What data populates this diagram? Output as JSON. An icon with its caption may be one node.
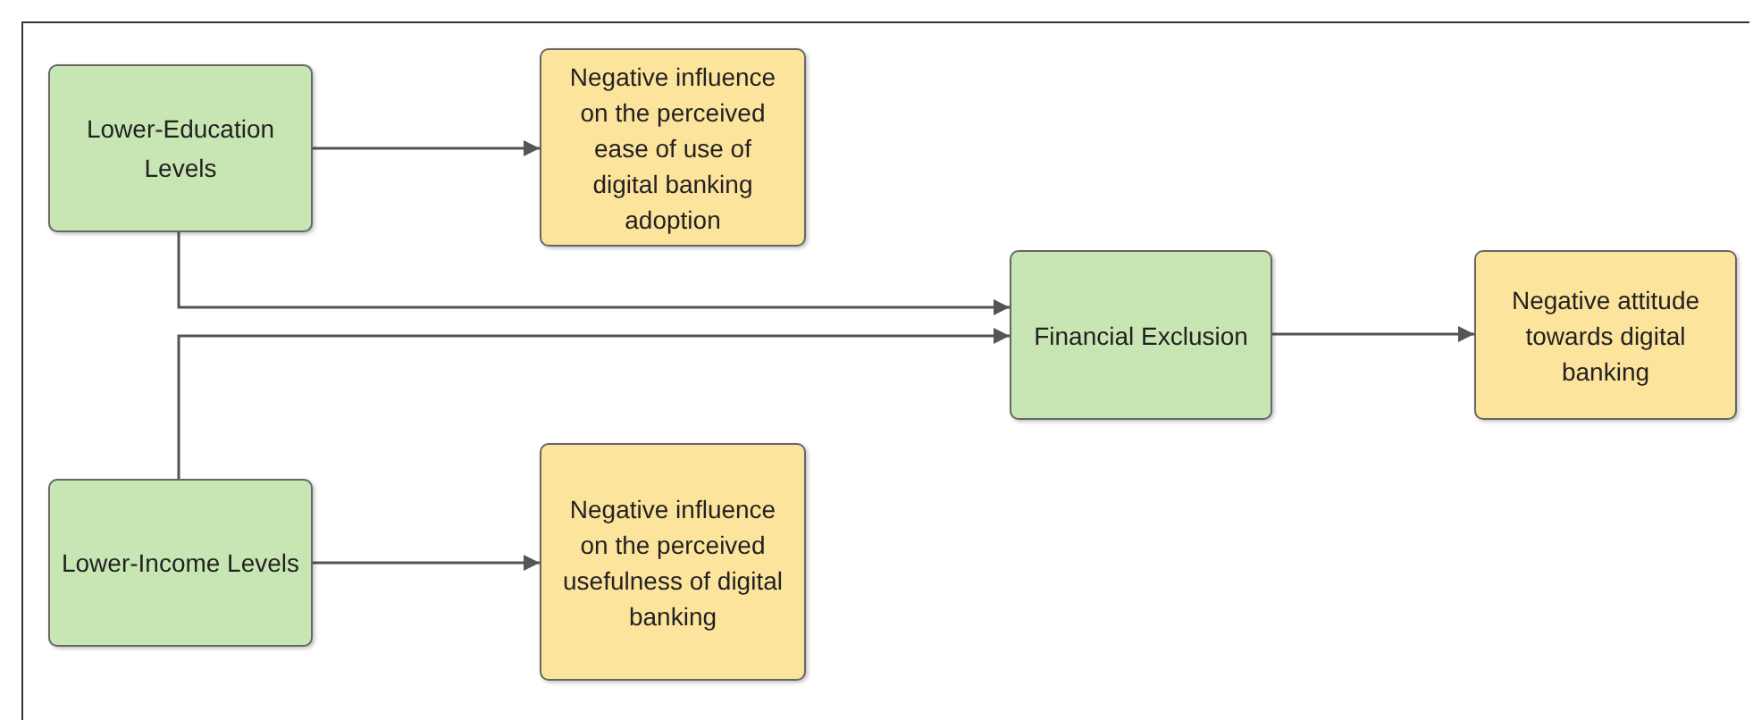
{
  "diagram": {
    "nodes": [
      {
        "text": [
          "Lower-Education Levels"
        ]
      },
      {
        "text": [
          "Negative influence on the perceived ease of use of digital banking adoption"
        ]
      },
      {
        "text": [
          "Financial Exclusion"
        ]
      },
      {
        "text": [
          "Negative attitude towards digital banking"
        ]
      },
      {
        "text": [
          "Lower-Income Levels"
        ]
      },
      {
        "text": [
          "Negative influence on the perceived usefulness of digital banking"
        ]
      }
    ],
    "edges": [
      {
        "from": 0,
        "to": 1,
        "arrow": "to"
      },
      {
        "from": 0,
        "to": 2,
        "arrow": "to"
      },
      {
        "from": 4,
        "to": 2,
        "arrow": "to"
      },
      {
        "from": 2,
        "to": 3,
        "arrow": "to"
      },
      {
        "from": 4,
        "to": 5,
        "arrow": "to"
      }
    ]
  }
}
